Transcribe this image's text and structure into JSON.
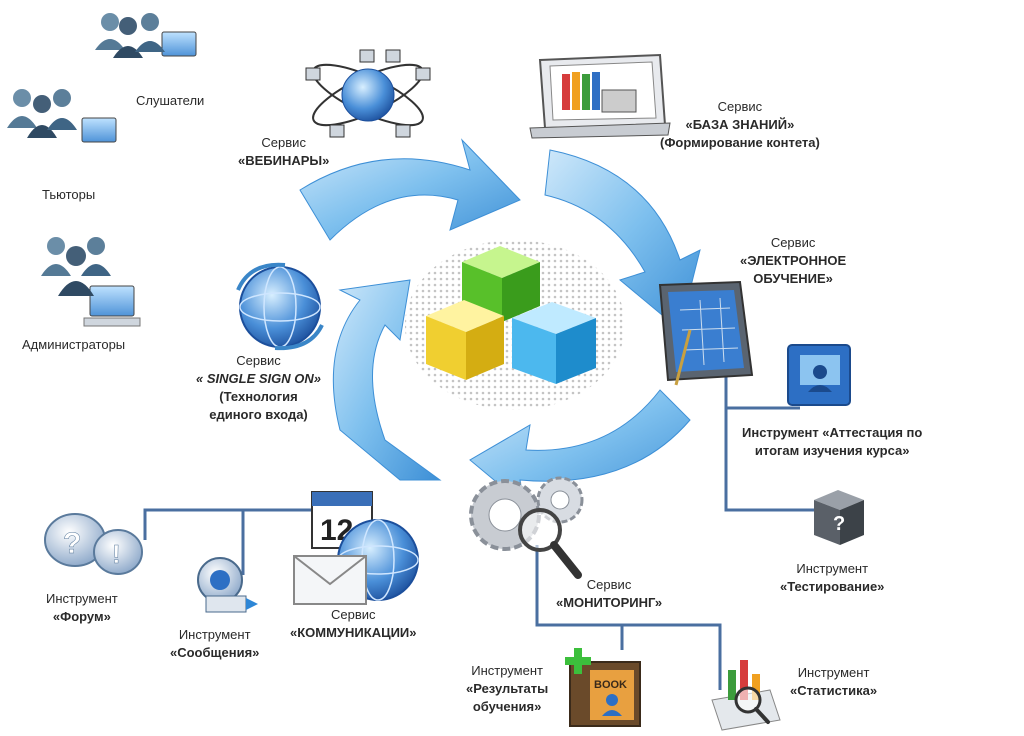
{
  "users": {
    "listeners": "Слушатели",
    "tutors": "Тьюторы",
    "admins": "Администраторы"
  },
  "services": {
    "webinars": {
      "kind": "Сервис",
      "name": "«ВЕБИНАРЫ»"
    },
    "knowledge_base": {
      "kind": "Сервис",
      "name": "«БАЗА ЗНАНИЙ»",
      "note": "(Формирование контета)"
    },
    "elearning": {
      "kind": "Сервис",
      "name_1": "«ЭЛЕКТРОННОЕ",
      "name_2": "ОБУЧЕНИЕ»"
    },
    "sso": {
      "kind": "Сервис",
      "name": "« SINGLE SIGN ON»",
      "note_1": "(Технология",
      "note_2": "единого входа)"
    },
    "monitoring": {
      "kind": "Сервис",
      "name": "«МОНИТОРИНГ»"
    },
    "communications": {
      "kind": "Сервис",
      "name": "«КОММУНИКАЦИИ»"
    }
  },
  "tools": {
    "attestation": {
      "line_1": "Инструмент «Аттестация по",
      "line_2": "итогам изучения курса»"
    },
    "testing": {
      "kind": "Инструмент",
      "name": "«Тестирование»"
    },
    "forum": {
      "kind": "Инструмент",
      "name": "«Форум»"
    },
    "messages": {
      "kind": "Инструмент",
      "name": "«Сообщения»"
    },
    "results": {
      "kind": "Инструмент",
      "name_1": "«Результаты",
      "name_2": "обучения»"
    },
    "statistics": {
      "kind": "Инструмент",
      "name": "«Статистика»"
    }
  },
  "icon_text": {
    "calendar_day": "12",
    "book": "BOOK",
    "help": "?"
  },
  "colors": {
    "arrow": "#6fb3e6",
    "arrow_dark": "#3a86c8",
    "connector": "#4a6fa0",
    "cube_green": "#66cc33",
    "cube_yellow": "#f2d23c",
    "cube_blue": "#3fb0e8"
  }
}
